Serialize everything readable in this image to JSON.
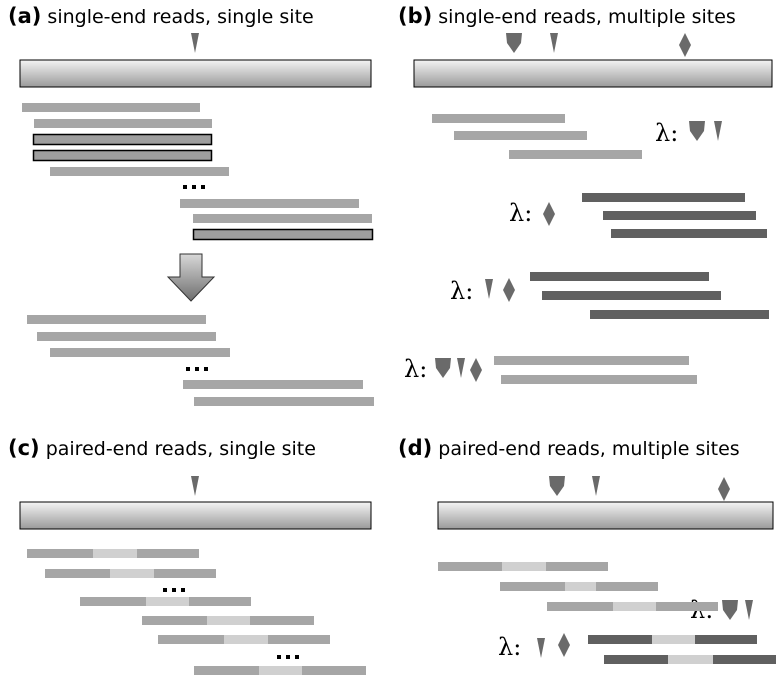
{
  "panels": {
    "a": {
      "letter": "(a)",
      "title": "single-end reads, single site",
      "ellipsis": [
        "...",
        "..."
      ]
    },
    "b": {
      "letter": "(b)",
      "title": "single-end reads, multiple sites",
      "lambda_labels": [
        "λ:",
        "λ:",
        "λ:",
        "λ:"
      ]
    },
    "c": {
      "letter": "(c)",
      "title": "paired-end reads, single site",
      "ellipsis": [
        "...",
        "..."
      ]
    },
    "d": {
      "letter": "(d)",
      "title": "paired-end reads, multiple sites",
      "lambda_labels": [
        "λ:",
        "λ:"
      ]
    }
  },
  "colors": {
    "read_light": "#a6a6a6",
    "read_dark": "#606060",
    "read_boxed_fill": "#9e9e9e",
    "insert": "#d0d0d0",
    "marker": "#6a6a6a",
    "genome_top": "#f4f4f4",
    "genome_bottom": "#9a9a9a"
  },
  "icons": {
    "site_markers": [
      "triangle-marker-icon",
      "shield-marker-icon",
      "diamond-marker-icon"
    ],
    "arrow": "down-arrow-icon"
  }
}
